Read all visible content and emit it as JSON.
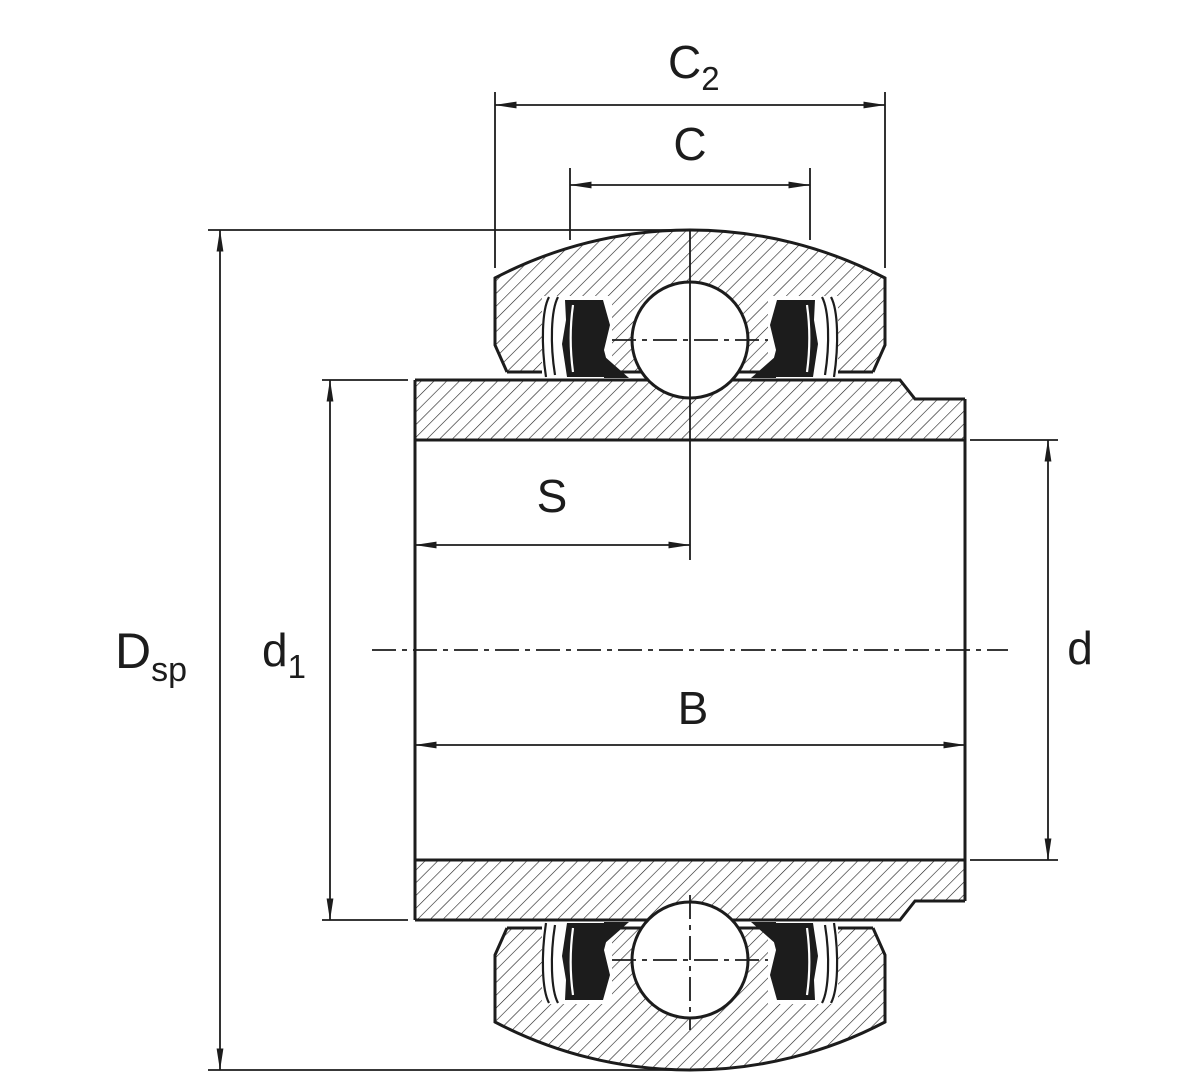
{
  "labels": {
    "c2": {
      "base": "C",
      "sub": "2"
    },
    "c": "C",
    "s": "S",
    "b": "B",
    "dsp": {
      "base": "D",
      "sub": "sp"
    },
    "d1": {
      "base": "d",
      "sub": "1"
    },
    "d": "d"
  },
  "colors": {
    "line": "#1c1c1c",
    "background": "#ffffff"
  }
}
